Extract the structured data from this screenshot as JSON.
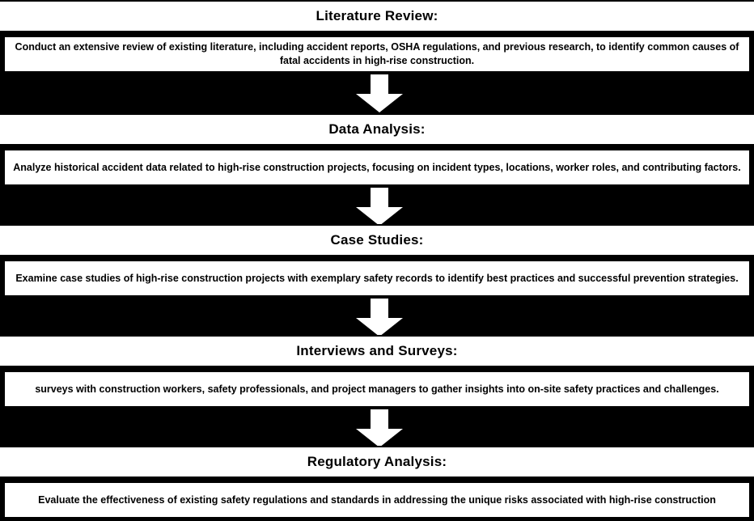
{
  "diagram": {
    "type": "vertical-flowchart",
    "background_color": "#000000",
    "box_color": "#ffffff",
    "text_color": "#000000",
    "arrow_color": "#ffffff",
    "arrow_icon": "arrow-down-icon",
    "stage_count": 5,
    "stages": [
      {
        "title": "Literature Review:",
        "description": "Conduct an extensive review of existing literature, including accident reports, OSHA regulations, and previous research, to identify common causes of fatal accidents in high-rise construction."
      },
      {
        "title": "Data Analysis:",
        "description": "Analyze historical accident data related to high-rise construction projects, focusing on incident types, locations, worker roles, and contributing factors."
      },
      {
        "title": "Case Studies:",
        "description": "Examine case studies of high-rise construction projects with exemplary safety records to identify best practices and successful prevention strategies."
      },
      {
        "title": "Interviews and Surveys:",
        "description": "surveys with construction workers, safety professionals, and project managers to gather insights into on-site safety practices and challenges."
      },
      {
        "title": "Regulatory Analysis:",
        "description": "Evaluate the effectiveness of existing safety regulations and standards in addressing the unique risks associated with high-rise construction"
      }
    ],
    "connectors": [
      {
        "from": "Literature Review:",
        "to": "Data Analysis:"
      },
      {
        "from": "Data Analysis:",
        "to": "Case Studies:"
      },
      {
        "from": "Case Studies:",
        "to": "Interviews and Surveys:"
      },
      {
        "from": "Interviews and Surveys:",
        "to": "Regulatory Analysis:"
      }
    ]
  }
}
